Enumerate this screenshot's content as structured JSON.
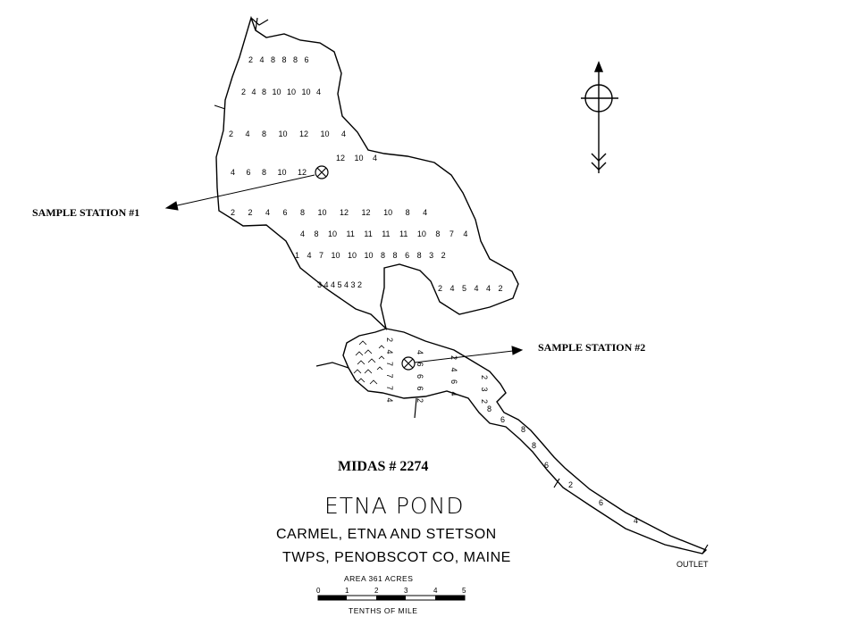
{
  "labels": {
    "station1": "SAMPLE STATION #1",
    "station2": "SAMPLE STATION #2",
    "midas": "MIDAS # 2274",
    "title": "ETNA POND",
    "subtitle1": "CARMEL, ETNA AND STETSON",
    "subtitle2": "TWPS, PENOBSCOT CO, MAINE",
    "area": "AREA 361 ACRES",
    "scale_unit": "TENTHS OF MILE",
    "outlet": "OUTLET"
  },
  "scale_ticks": [
    "0",
    "1",
    "2",
    "3",
    "4",
    "5"
  ],
  "depth_rows_north": [
    "2 4 8 8 8 6",
    "2 4 8 10 10 10 4",
    "2 4 8 10 12 10 4",
    "4 6 8 10 12",
    "12 10 4",
    "2 2 4 6 8 10 12 12 10 8 4",
    "4 8 10 11 11 11 11 10 8 7 4",
    "1 4 7 10 10 10 8 8 6 8 3 2",
    "3 4 4 5 4 3 2",
    "2 4 5 4 4 2"
  ],
  "depth_cols_south": [
    "2 4 7 7 7 4",
    "4 6 6 6 2",
    "2 4 6 4",
    "2 3 2"
  ],
  "depth_outlet": [
    "8",
    "6",
    "8",
    "8",
    "6",
    "2",
    "6",
    "4"
  ]
}
